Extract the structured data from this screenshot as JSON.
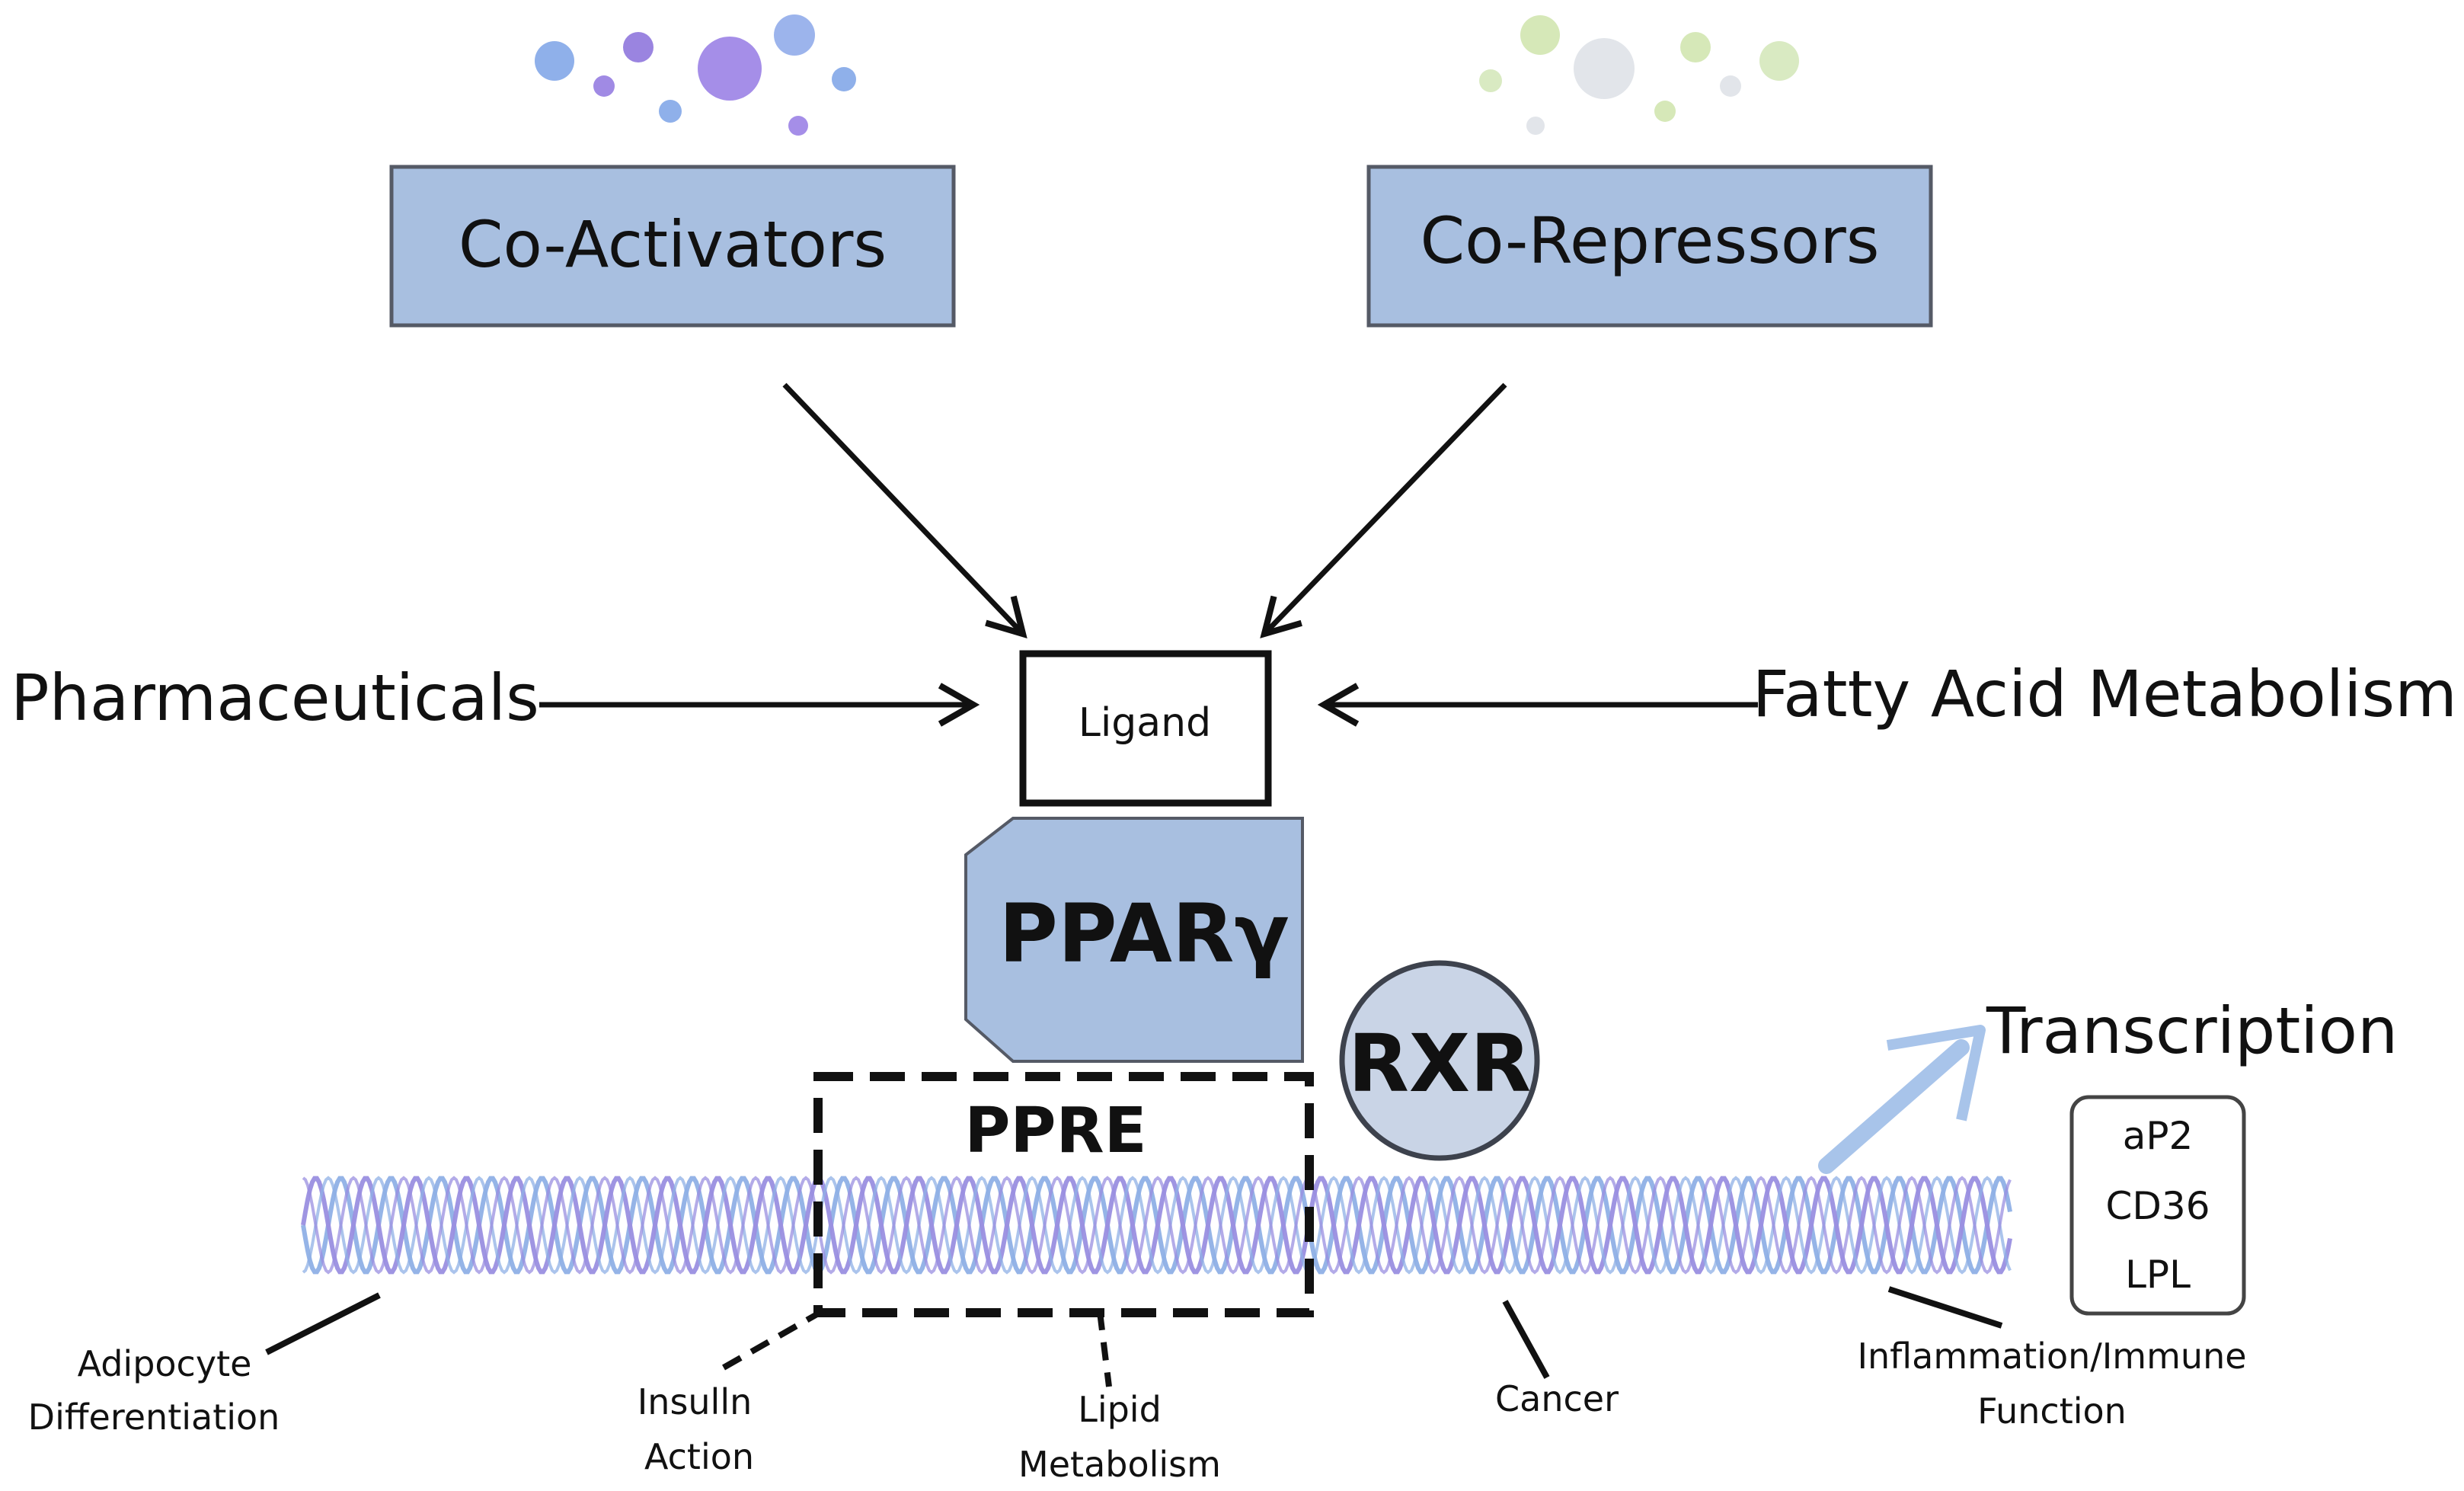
{
  "boxes": {
    "coactivators": "Co-Activators",
    "corepressors": "Co-Repressors",
    "ligand": "Ligand",
    "ppar": "PPARγ",
    "rxr": "RXR",
    "ppre": "PPRE"
  },
  "inputs": {
    "pharmaceuticals": "Pharmaceuticals",
    "fatty_acid": "Fatty Acid  Metabolism"
  },
  "transcription": {
    "title": "Transcription",
    "genes": [
      "aP2",
      "CD36",
      "LPL"
    ]
  },
  "outcomes": {
    "adipocyte": [
      "Adipocyte",
      "Differentiation"
    ],
    "insulin": [
      "Insulln",
      "Action"
    ],
    "lipid": [
      "Lipid",
      "Metabolism"
    ],
    "cancer": "Cancer",
    "inflammation": [
      "Inflammation/Immune",
      "Function"
    ]
  },
  "colors": {
    "box_fill": "#a8bfe0",
    "box_stroke": "#555a66",
    "rxr_fill": "#c9d4e6",
    "dna_strand_a": "#8fb0e6",
    "dna_strand_b": "#9a8fe0",
    "transcription_arrow": "#a8c4ea"
  }
}
